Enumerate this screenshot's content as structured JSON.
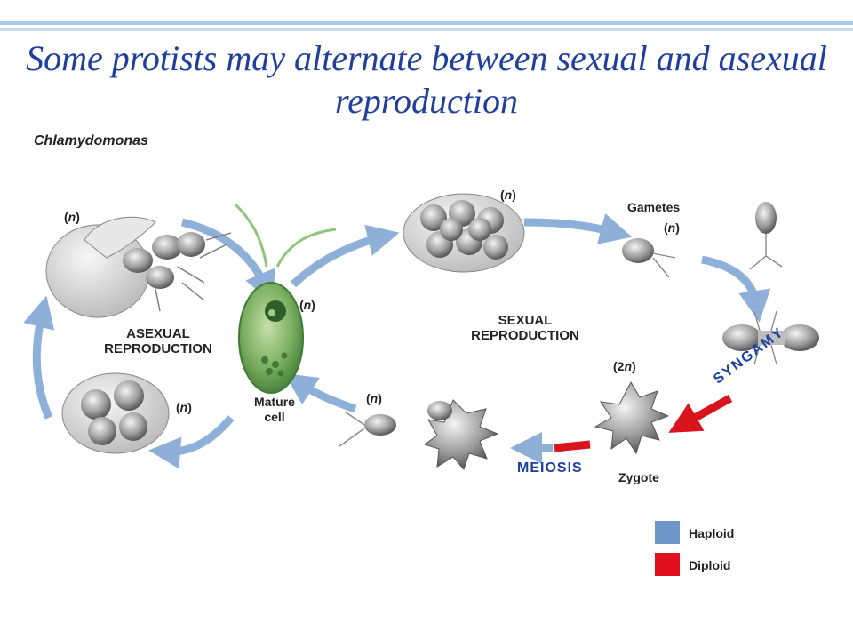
{
  "title": "Some protists may alternate between sexual and asexual reproduction",
  "organism": "Chlamydomonas",
  "labels": {
    "n": "(n)",
    "two_n": "(2n)",
    "asexual_line1": "ASEXUAL",
    "asexual_line2": "REPRODUCTION",
    "sexual_line1": "SEXUAL",
    "sexual_line2": "REPRODUCTION",
    "mature_line1": "Mature",
    "mature_line2": "cell",
    "gametes": "Gametes",
    "zygote": "Zygote",
    "syngamy": "SYNGAMY",
    "meiosis": "MEIOSIS"
  },
  "legend": [
    {
      "label": "Haploid",
      "color": "#6f97c8"
    },
    {
      "label": "Diploid",
      "color": "#e0101e"
    }
  ],
  "colors": {
    "title": "#1f3f9a",
    "haploid_arrow": "#8eb0d8",
    "diploid_arrow": "#d8141f",
    "cell_green": "#6fa65a"
  }
}
